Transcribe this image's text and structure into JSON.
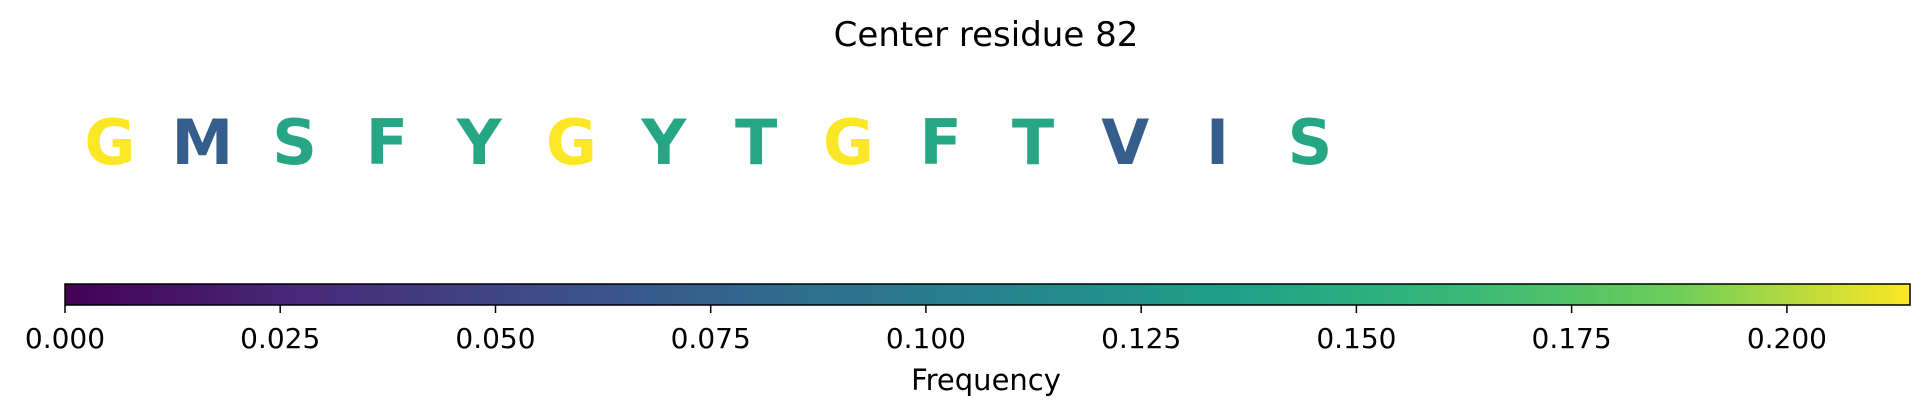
{
  "chart_data": {
    "type": "heatmap",
    "title": "Center residue 82",
    "residues": [
      {
        "letter": "G",
        "frequency": 0.214
      },
      {
        "letter": "M",
        "frequency": 0.071
      },
      {
        "letter": "S",
        "frequency": 0.143
      },
      {
        "letter": "F",
        "frequency": 0.143
      },
      {
        "letter": "Y",
        "frequency": 0.143
      },
      {
        "letter": "G",
        "frequency": 0.214
      },
      {
        "letter": "Y",
        "frequency": 0.143
      },
      {
        "letter": "T",
        "frequency": 0.143
      },
      {
        "letter": "G",
        "frequency": 0.214
      },
      {
        "letter": "F",
        "frequency": 0.143
      },
      {
        "letter": "T",
        "frequency": 0.143
      },
      {
        "letter": "V",
        "frequency": 0.071
      },
      {
        "letter": "I",
        "frequency": 0.071
      },
      {
        "letter": "S",
        "frequency": 0.143
      }
    ],
    "colorbar": {
      "label": "Frequency",
      "colormap": "viridis",
      "range": [
        0,
        0.2143
      ],
      "ticks": [
        "0.000",
        "0.025",
        "0.050",
        "0.075",
        "0.100",
        "0.125",
        "0.150",
        "0.175",
        "0.200"
      ],
      "tick_values": [
        0,
        0.025,
        0.05,
        0.075,
        0.1,
        0.125,
        0.15,
        0.175,
        0.2
      ]
    }
  }
}
